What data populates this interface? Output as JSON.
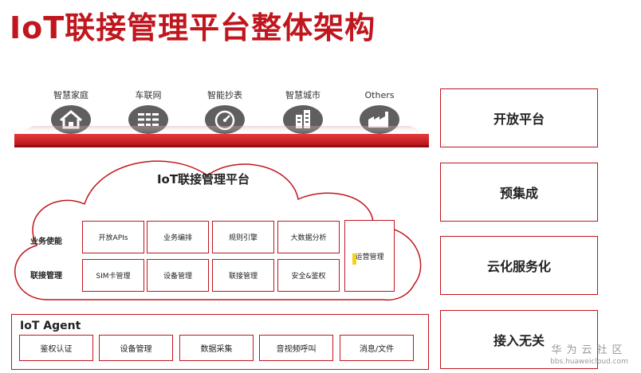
{
  "title": "IoT联接管理平台整体架构",
  "applications": [
    {
      "label": "智慧家庭",
      "icon": "home-icon"
    },
    {
      "label": "车联网",
      "icon": "car-grid-icon"
    },
    {
      "label": "智能抄表",
      "icon": "gauge-icon"
    },
    {
      "label": "智慧城市",
      "icon": "building-icon"
    },
    {
      "label": "Others",
      "icon": "factory-icon"
    }
  ],
  "platform": {
    "title": "IoT联接管理平台",
    "rows": [
      {
        "label": "业务使能",
        "items": [
          "开放APIs",
          "业务编排",
          "规则引擎",
          "大数据分析"
        ]
      },
      {
        "label": "联接管理",
        "items": [
          "SIM卡管理",
          "设备管理",
          "联接管理",
          "安全&鉴权"
        ]
      }
    ],
    "operations": "运营管理"
  },
  "agent": {
    "title": "IoT Agent",
    "items": [
      "鉴权认证",
      "设备管理",
      "数据采集",
      "音视频呼叫",
      "消息/文件"
    ]
  },
  "features": [
    "开放平台",
    "预集成",
    "云化服务化",
    "接入无关"
  ],
  "watermark": {
    "title": "华为云社区",
    "url": "bbs.huaweicloud.com"
  },
  "colors": {
    "accent": "#c0161d",
    "icon_fill": "#5f5f5f"
  }
}
